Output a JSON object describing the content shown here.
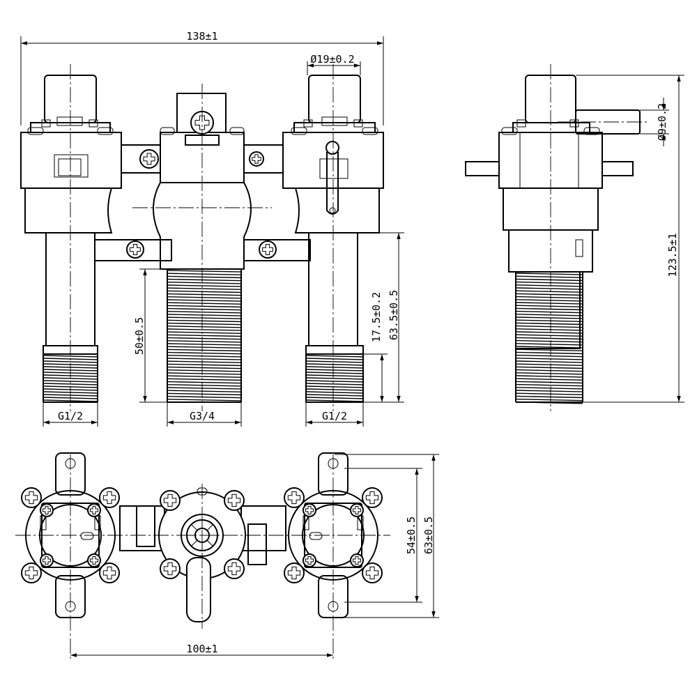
{
  "front_view": {
    "overall_width": "138±1",
    "cap_diameter": "Ø19±0.2",
    "outlet_height": "50±0.5",
    "side_thread_height": "17.5±0.2",
    "side_height": "63.5±0.5",
    "left_thread": "G1/2",
    "center_thread": "G3/4",
    "right_thread": "G1/2"
  },
  "side_view": {
    "pin_diameter": "Ø9±0.2",
    "overall_height": "123.5±1"
  },
  "bottom_view": {
    "inner_height": "54±0.5",
    "outer_height": "63±0.5",
    "center_distance": "100±1"
  },
  "colors": {
    "line": "#000000",
    "background": "#ffffff"
  }
}
